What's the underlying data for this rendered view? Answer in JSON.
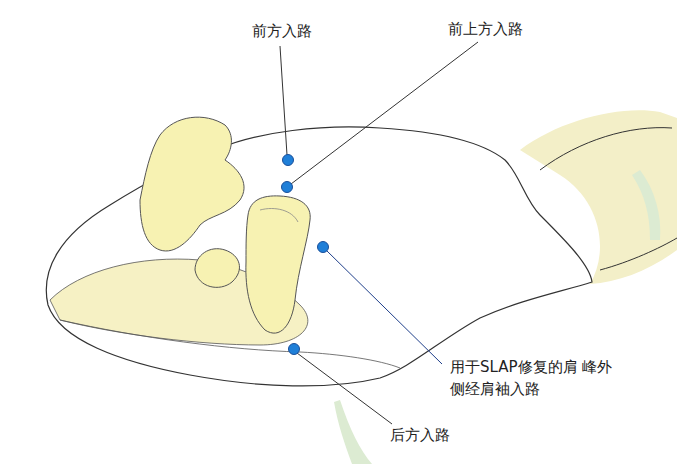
{
  "diagram": {
    "labels": [
      "前方入路",
      "前上方入路",
      "用于SLAP修复的肩 峰外侧经肩袖入路",
      "后方入路"
    ]
  }
}
